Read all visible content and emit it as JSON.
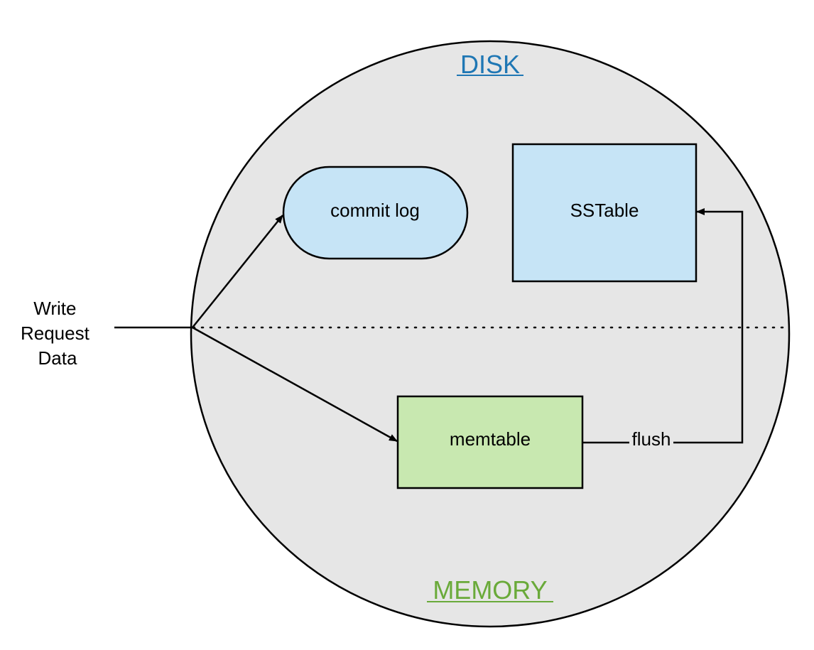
{
  "diagram": {
    "regions": {
      "disk_label": "DISK",
      "memory_label": "MEMORY"
    },
    "input": {
      "line1": "Write",
      "line2": "Request",
      "line3": "Data"
    },
    "nodes": {
      "commit_log": "commit log",
      "sstable": "SSTable",
      "memtable": "memtable"
    },
    "edges": {
      "flush_label": "flush"
    },
    "colors": {
      "circle_fill": "#e6e6e6",
      "disk_label": "#1f77b4",
      "memory_label": "#6aaa3a",
      "disk_node_fill": "#c6e4f6",
      "memory_node_fill": "#c8e8b0",
      "stroke": "#000000"
    }
  }
}
